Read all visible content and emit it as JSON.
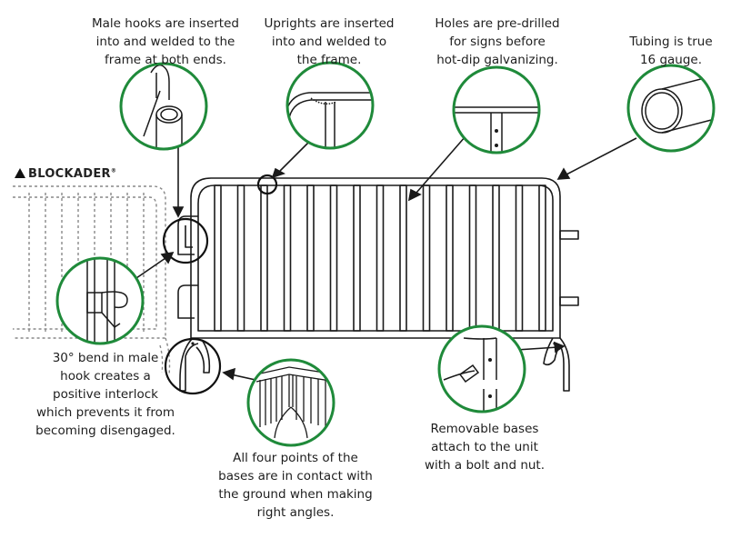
{
  "brand": {
    "name": "BLOCKADER",
    "mark": "®"
  },
  "callouts": [
    {
      "id": "male-hooks",
      "text": "Male hooks are inserted\ninto and welded to the\nframe at both ends."
    },
    {
      "id": "uprights",
      "text": "Uprights are inserted\ninto and welded to\nthe frame."
    },
    {
      "id": "holes",
      "text": "Holes are pre-drilled\nfor signs before\nhot-dip galvanizing."
    },
    {
      "id": "tubing",
      "text": "Tubing is true\n16 gauge."
    },
    {
      "id": "bend",
      "text": "30° bend in male\nhook creates a\npositive interlock\nwhich prevents it from\nbecoming disengaged."
    },
    {
      "id": "bases-contact",
      "text": "All four points of the\nbases are in contact with\nthe ground when making\nright angles."
    },
    {
      "id": "removable-bases",
      "text": "Removable bases\nattach to the unit\nwith a bolt and nut."
    }
  ],
  "colors": {
    "accent": "#1f8a3a",
    "line": "#1a1a1a",
    "dashed": "#888888"
  }
}
